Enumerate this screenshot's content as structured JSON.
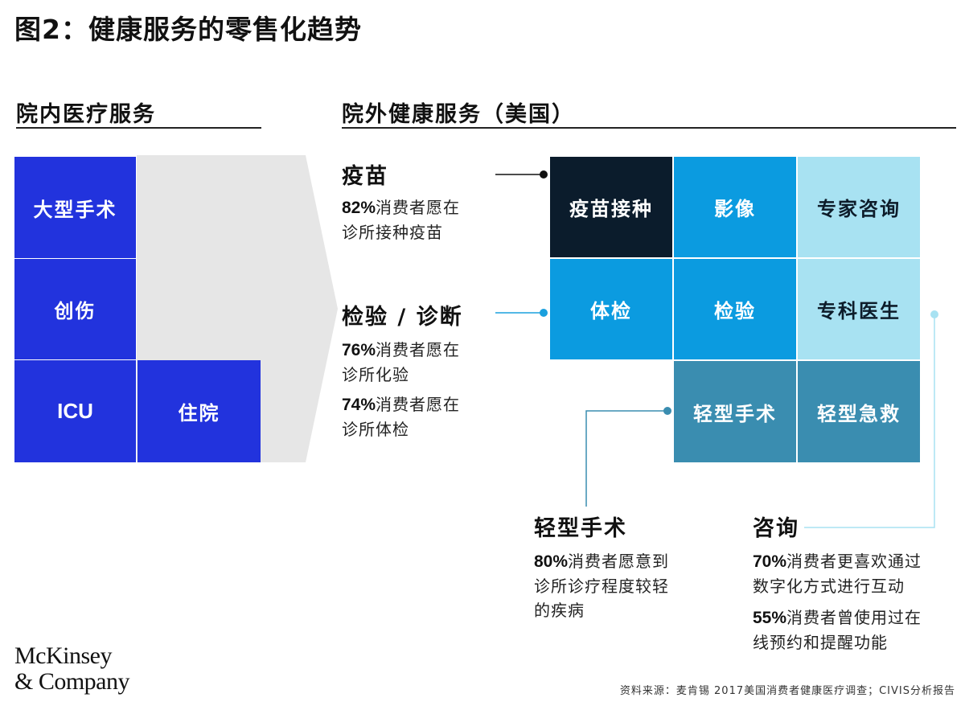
{
  "title": "图2：健康服务的零售化趋势",
  "left_section": {
    "header": "院内医疗服务",
    "cells": [
      "大型手术",
      "创伤",
      "ICU",
      "住院"
    ]
  },
  "right_section": {
    "header": "院外健康服务（美国）",
    "grid": [
      "疫苗接种",
      "影像",
      "专家咨询",
      "体检",
      "检验",
      "专科医生",
      "轻型手术",
      "轻型急救"
    ]
  },
  "bubbles": {
    "vaccine": {
      "title": "疫苗",
      "stats": [
        {
          "pct": "82%",
          "line1": "消费者愿在",
          "line2": "诊所接种疫苗"
        }
      ]
    },
    "lab": {
      "title": "检验 / 诊断",
      "stats": [
        {
          "pct": "76%",
          "line1": "消费者愿在",
          "line2": "诊所化验"
        },
        {
          "pct": "74%",
          "line1": "消费者愿在",
          "line2": "诊所体检"
        }
      ]
    },
    "surgery": {
      "title": "轻型手术",
      "stats": [
        {
          "pct": "80%",
          "line1": "消费者愿意到",
          "line2": "诊所诊疗程度较轻",
          "line3": "的疾病"
        }
      ]
    },
    "consult": {
      "title": "咨询",
      "stats": [
        {
          "pct": "70%",
          "line1": "消费者更喜欢通过",
          "line2": "数字化方式进行互动"
        },
        {
          "pct": "55%",
          "line1": "消费者曾使用过在",
          "line2": "线预约和提醒功能"
        }
      ]
    }
  },
  "logo": {
    "line1": "McKinsey",
    "line2": "& Company"
  },
  "source": "资料来源：麦肯锡 2017美国消费者健康医疗调查；CIVIS分析报告",
  "colors": {
    "hospital_blue": "#2233dd",
    "dark_navy": "#0b1c2c",
    "bright_blue": "#0b9be0",
    "light_blue": "#a8e2f2",
    "teal": "#3a8db0",
    "funnel_gray": "#e6e6e6"
  }
}
